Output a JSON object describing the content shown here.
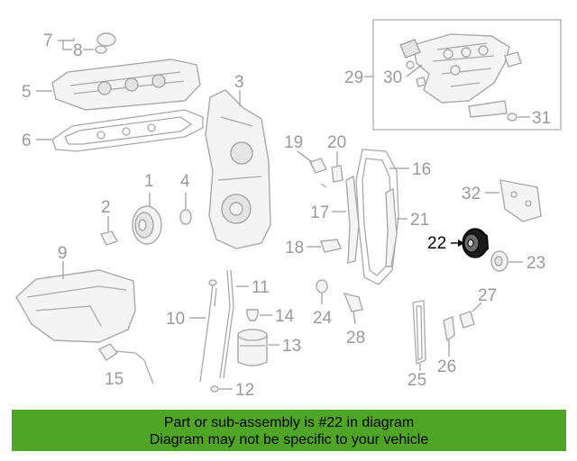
{
  "callouts": [
    {
      "id": "1",
      "text": "1",
      "highlighted": false
    },
    {
      "id": "2",
      "text": "2",
      "highlighted": false
    },
    {
      "id": "3",
      "text": "3",
      "highlighted": false
    },
    {
      "id": "4",
      "text": "4",
      "highlighted": false
    },
    {
      "id": "5",
      "text": "5",
      "highlighted": false
    },
    {
      "id": "6",
      "text": "6",
      "highlighted": false
    },
    {
      "id": "7",
      "text": "7",
      "highlighted": false
    },
    {
      "id": "8",
      "text": "8",
      "highlighted": false
    },
    {
      "id": "9",
      "text": "9",
      "highlighted": false
    },
    {
      "id": "10",
      "text": "10",
      "highlighted": false
    },
    {
      "id": "11",
      "text": "11",
      "highlighted": false
    },
    {
      "id": "12",
      "text": "12",
      "highlighted": false
    },
    {
      "id": "13",
      "text": "13",
      "highlighted": false
    },
    {
      "id": "14",
      "text": "14",
      "highlighted": false
    },
    {
      "id": "15",
      "text": "15",
      "highlighted": false
    },
    {
      "id": "16",
      "text": "16",
      "highlighted": false
    },
    {
      "id": "17",
      "text": "17",
      "highlighted": false
    },
    {
      "id": "18",
      "text": "18",
      "highlighted": false
    },
    {
      "id": "19",
      "text": "19",
      "highlighted": false
    },
    {
      "id": "20",
      "text": "20",
      "highlighted": false
    },
    {
      "id": "21",
      "text": "21",
      "highlighted": false
    },
    {
      "id": "22",
      "text": "22",
      "highlighted": true
    },
    {
      "id": "23",
      "text": "23",
      "highlighted": false
    },
    {
      "id": "24",
      "text": "24",
      "highlighted": false
    },
    {
      "id": "25",
      "text": "25",
      "highlighted": false
    },
    {
      "id": "26",
      "text": "26",
      "highlighted": false
    },
    {
      "id": "27",
      "text": "27",
      "highlighted": false
    },
    {
      "id": "28",
      "text": "28",
      "highlighted": false
    },
    {
      "id": "29",
      "text": "29",
      "highlighted": false
    },
    {
      "id": "30",
      "text": "30",
      "highlighted": false
    },
    {
      "id": "31",
      "text": "31",
      "highlighted": false
    },
    {
      "id": "32",
      "text": "32",
      "highlighted": false
    }
  ],
  "highlighted_part": "22",
  "banner": {
    "line1": "Part or sub-assembly is #22 in diagram",
    "line2": "Diagram may not be specific to your vehicle",
    "color": "#4ea526"
  },
  "colors": {
    "label": "#9a9a9a",
    "highlight": "#000000"
  }
}
